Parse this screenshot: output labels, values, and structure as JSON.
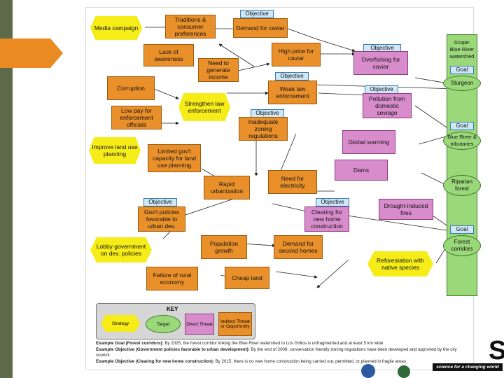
{
  "nodes": {
    "media_campaign": "Media campaign",
    "traditions": "Traditions & consumer preferences",
    "demand_caviar": "Demand for caviar",
    "lack_awareness": "Lack of awareness",
    "need_income": "Need to generate income",
    "high_price": "High price for caviar",
    "overfishing": "Overfishing for caviar",
    "corruption": "Corruption",
    "strengthen_law": "Strengthen law enforcement",
    "weak_law": "Weak law enforcement",
    "pollution": "Pollution from domestic sewage",
    "low_pay": "Low pay for enforcement officials",
    "inadequate_zoning": "Inadequate zoning regulations",
    "improve_land": "Improve land use planning",
    "global_warming": "Global warming",
    "limited_capacity": "Limited gov't capacity for land use planning",
    "dams": "Dams",
    "rapid_urban": "Rapid urbanization",
    "need_electricity": "Need for electricity",
    "gov_policies": "Gov't policies favorable to urban dev.",
    "clearing": "Clearing for new home construction",
    "drought_fires": "Drought-induced fires",
    "lobby": "Lobby government on dev. policies",
    "population": "Population growth",
    "demand_homes": "Demand for second homes",
    "reforestation": "Reforestation with native species",
    "failure_rural": "Failure of rural economy",
    "cheap_land": "Cheap land"
  },
  "tags": {
    "objective": "Objective",
    "goal": "Goal"
  },
  "scope": {
    "title": "Scope: Blue River watershed",
    "targets": [
      "Sturgeon",
      "Blue River & tributaries",
      "Riparian forest",
      "Forest corridors"
    ]
  },
  "key": {
    "title": "KEY",
    "strategy": "Strategy",
    "target": "Target",
    "direct": "Direct Threat",
    "indirect": "Indirect Threat or Opportunity"
  },
  "notes": {
    "goal_label": "Example Goal (Forest corridors):",
    "goal_text": "By 2025, the forest corridor linking the Blue River watershed to Los Grillos is unfragmented and at least 5 km wide.",
    "obj1_label": "Example Objective (Government policies favorable to urban development):",
    "obj1_text": "By the end of 2008, conservation friendly zoning regulations have been developed and approved by the city council.",
    "obj2_label": "Example Objective (Clearing for new home construction):",
    "obj2_text": "By 2015, there is no new home construction being carried out, permitted, or planned in fragile areas."
  },
  "branding": {
    "tagline": "science for a changing world",
    "letter": "S"
  },
  "colors": {
    "strategy": "#f5ec18",
    "target": "#9bd87a",
    "direct": "#d98ccc",
    "indirect": "#e9902a",
    "accent": "#e98a22"
  }
}
